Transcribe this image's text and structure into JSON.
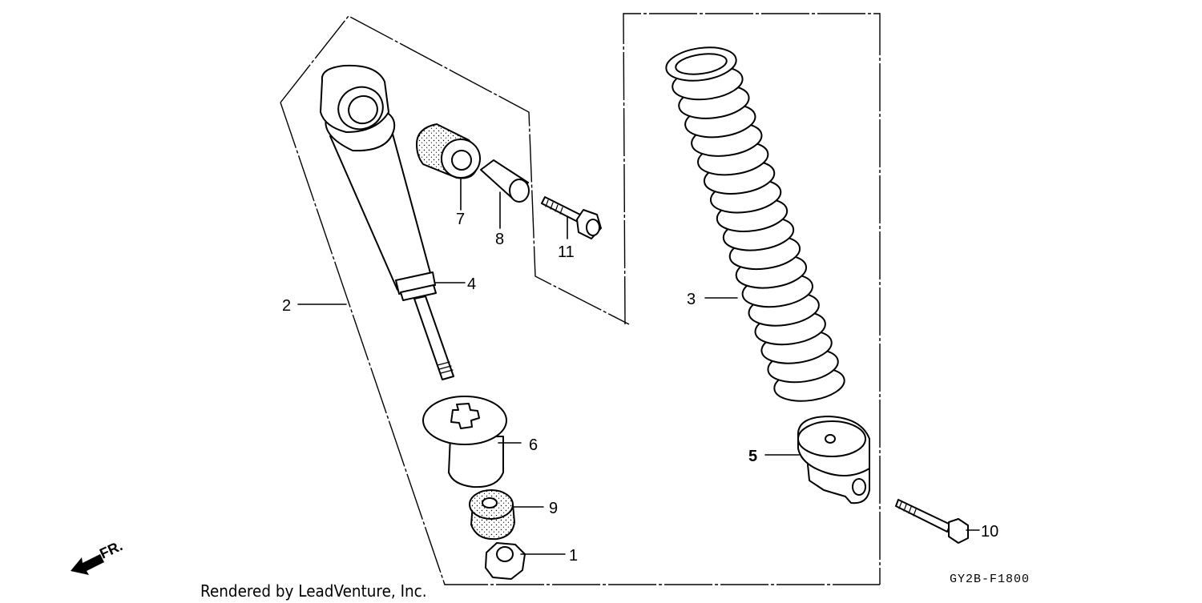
{
  "callouts": {
    "p1": "1",
    "p2": "2",
    "p3": "3",
    "p4": "4",
    "p5": "5",
    "p6": "6",
    "p7": "7",
    "p8": "8",
    "p9": "9",
    "p10": "10",
    "p11": "11"
  },
  "front_marker": "FR.",
  "diagram_code": "GY2B-F1800",
  "credit": "Rendered by LeadVenture, Inc."
}
